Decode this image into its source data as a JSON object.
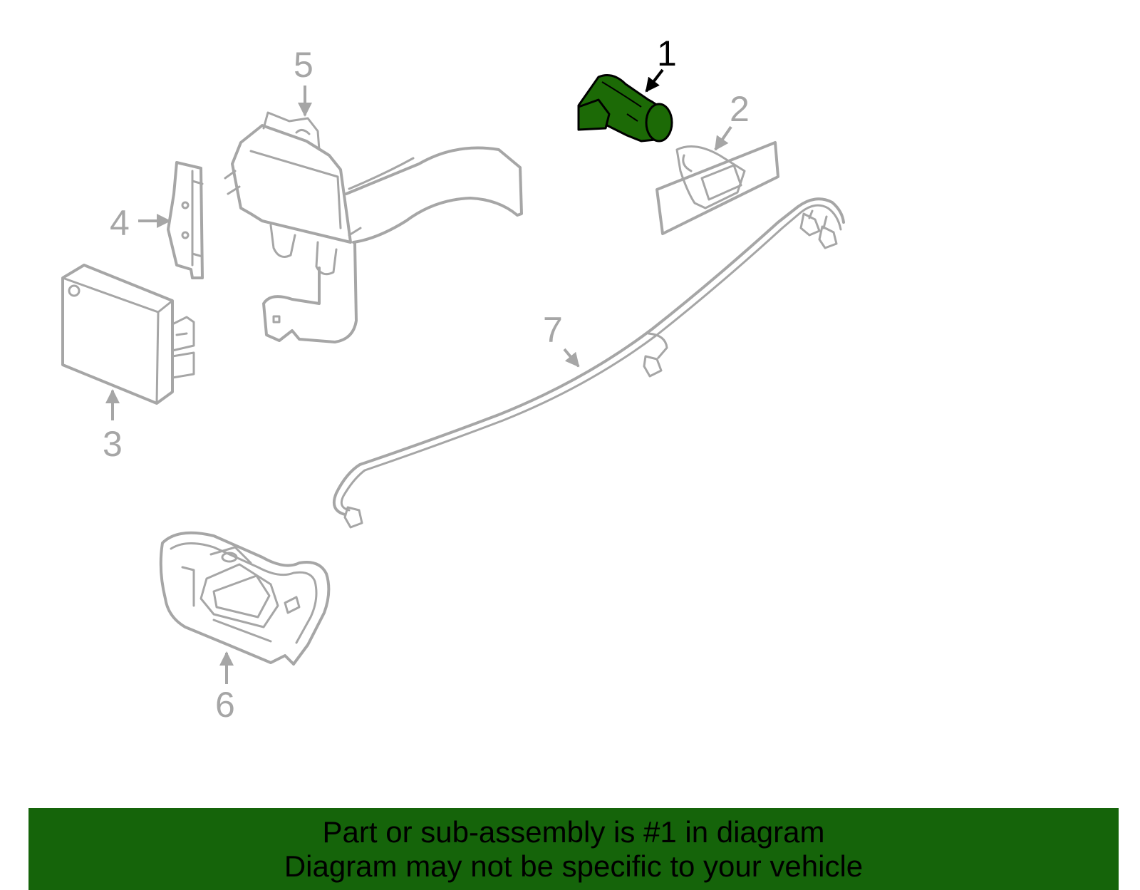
{
  "colors": {
    "highlight_fill": "#1c6a06",
    "banner_bg": "#15640a",
    "part_stroke": "#a6a6a6"
  },
  "callouts": [
    {
      "id": "1",
      "label": "1",
      "highlighted": true
    },
    {
      "id": "2",
      "label": "2"
    },
    {
      "id": "3",
      "label": "3"
    },
    {
      "id": "4",
      "label": "4"
    },
    {
      "id": "5",
      "label": "5"
    },
    {
      "id": "6",
      "label": "6"
    },
    {
      "id": "7",
      "label": "7"
    }
  ],
  "banner": {
    "line1": "Part or sub-assembly is #1 in diagram",
    "line2": "Diagram may not be specific to your vehicle"
  }
}
